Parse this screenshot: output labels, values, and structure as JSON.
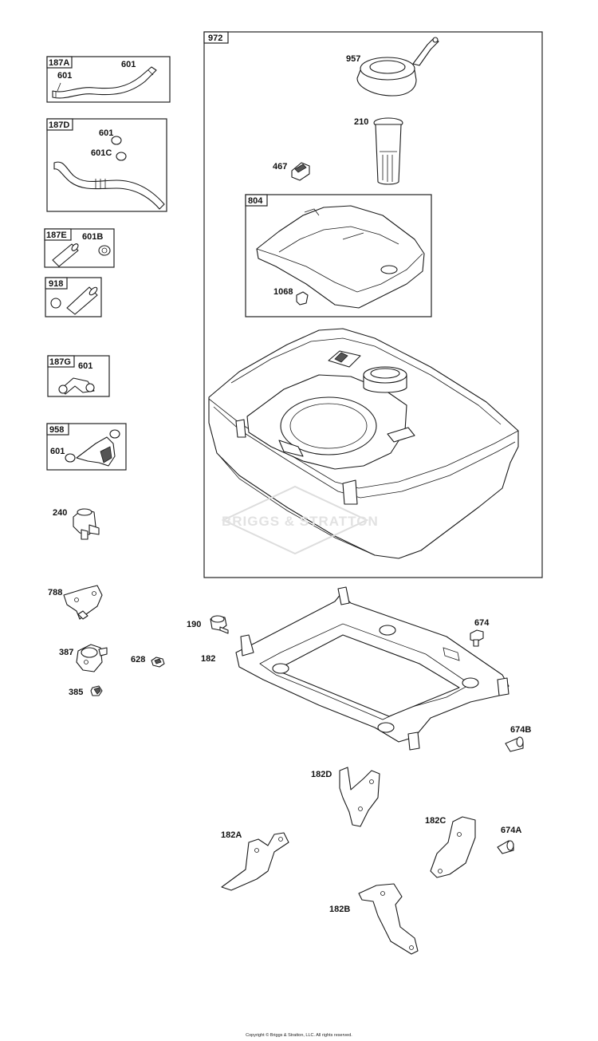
{
  "boxes": {
    "b187A": "187A",
    "b187D": "187D",
    "b187E": "187E",
    "b918": "918",
    "b187G": "187G",
    "b958": "958",
    "b972": "972",
    "b804": "804"
  },
  "labels": {
    "l601_187A_a": "601",
    "l601_187A_b": "601",
    "l601_187D": "601",
    "l601C": "601C",
    "l601B": "601B",
    "l601_187G": "601",
    "l601_958": "601",
    "l957": "957",
    "l210": "210",
    "l467": "467",
    "l1068": "1068",
    "l240": "240",
    "l788": "788",
    "l190": "190",
    "l674": "674",
    "l387": "387",
    "l628": "628",
    "l182": "182",
    "l385": "385",
    "l674B": "674B",
    "l182D": "182D",
    "l182C": "182C",
    "l674A": "674A",
    "l182A": "182A",
    "l182B": "182B"
  },
  "watermark": "BRIGGS & STRATTON",
  "copyright": "Copyright © Briggs & Stratton, LLC. All rights reserved."
}
